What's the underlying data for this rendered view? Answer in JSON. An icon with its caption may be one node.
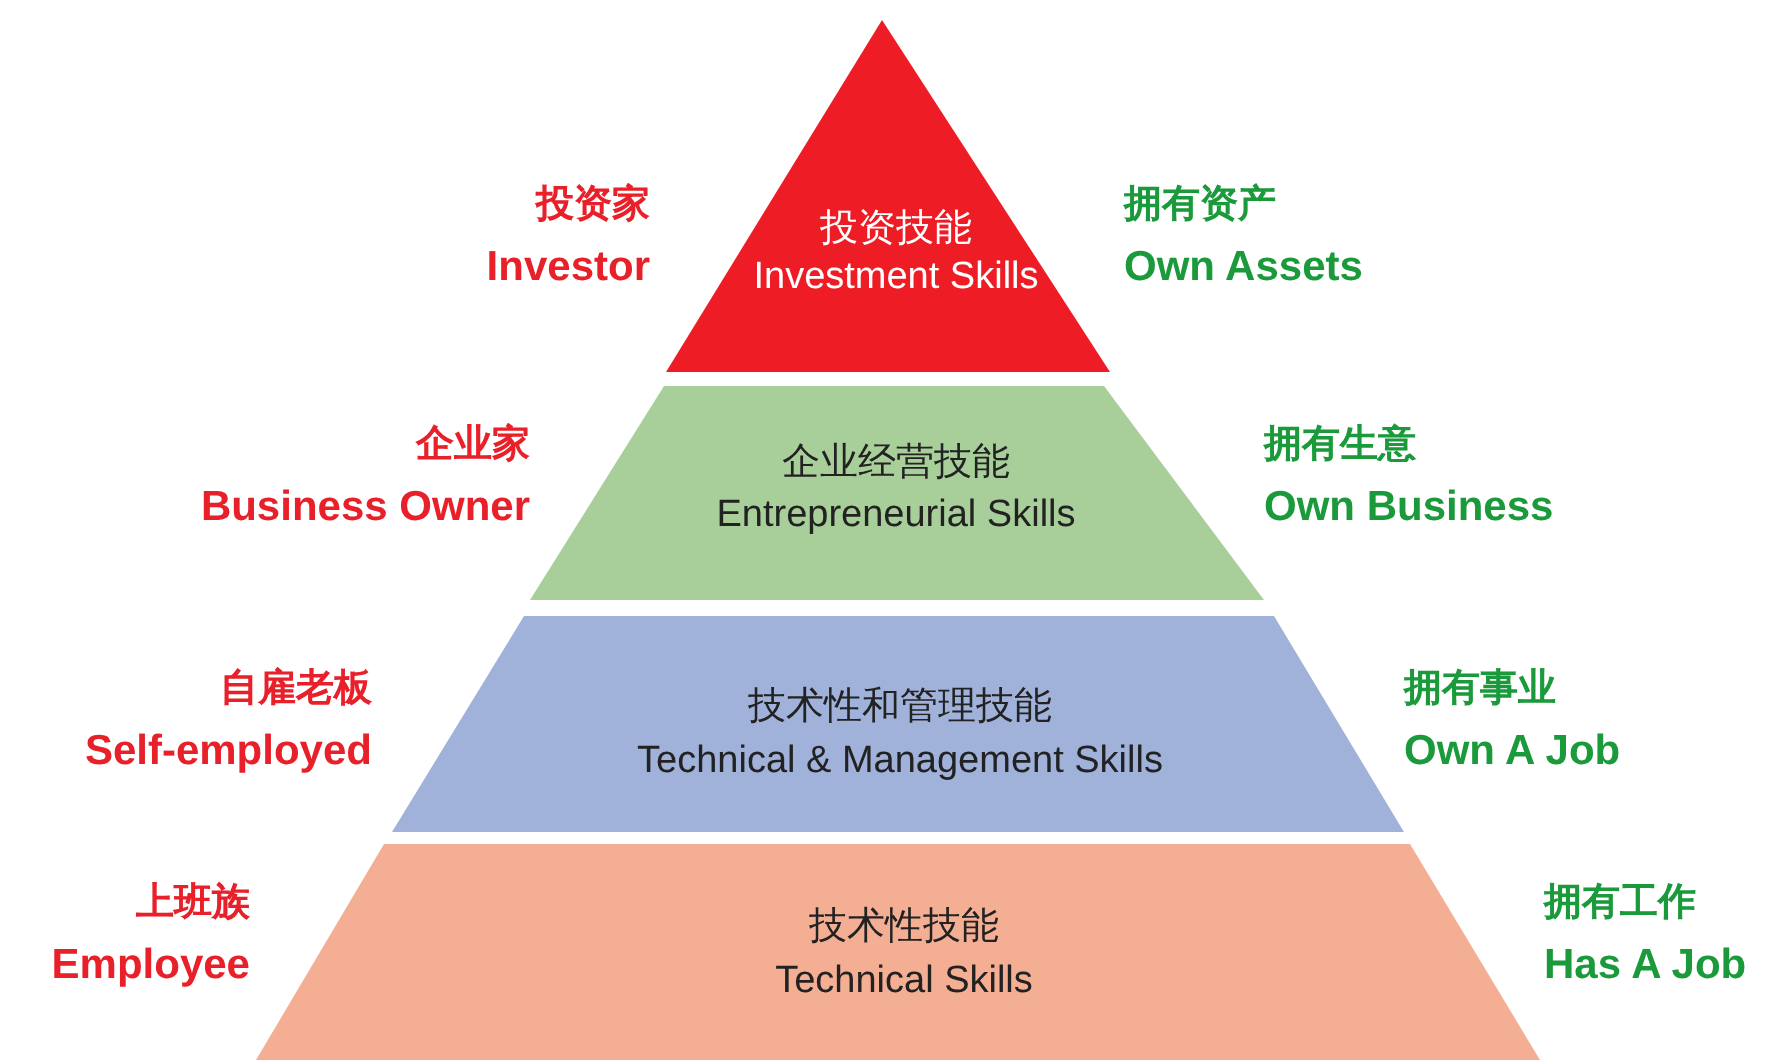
{
  "diagram": {
    "nodes": [
      {
        "text": [
          "投资技能",
          "Investment Skills"
        ],
        "beside": [
          "投资家",
          "Investor",
          "拥有资产",
          "Own Assets"
        ]
      },
      {
        "text": [
          "企业经营技能",
          "Entrepreneurial Skills"
        ],
        "beside": [
          "企业家",
          "Business Owner",
          "拥有生意",
          "Own Business"
        ]
      },
      {
        "text": [
          "技术性和管理技能",
          "Technical & Management Skills"
        ],
        "beside": [
          "自雇老板",
          "Self-employed",
          "拥有事业",
          "Own A Job"
        ]
      },
      {
        "text": [
          "技术性技能",
          "Technical Skills"
        ],
        "beside": [
          "上班族",
          "Employee",
          "拥有工作",
          "Has A Job"
        ]
      }
    ]
  }
}
